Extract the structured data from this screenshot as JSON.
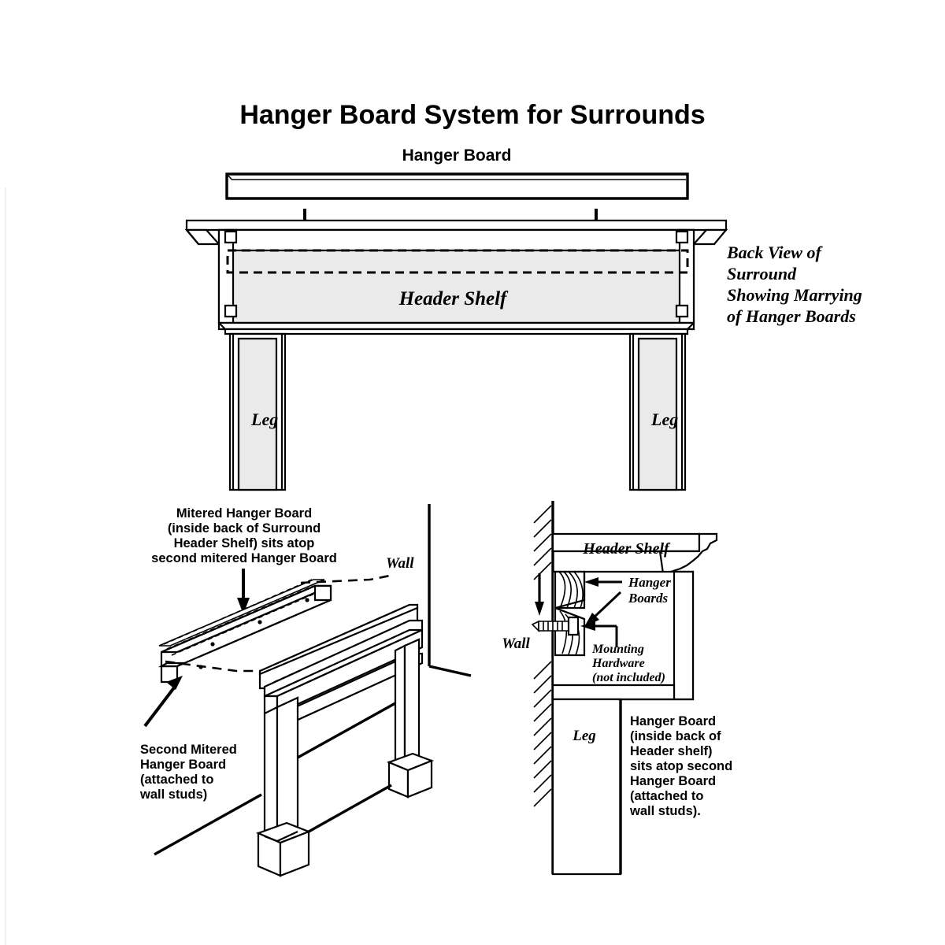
{
  "document": {
    "title": "Hanger Board System for Surrounds",
    "type": "assembly-instruction-diagram",
    "colors": {
      "ink": "#000000",
      "panel_fill": "#eaeaea",
      "background": "#ffffff"
    }
  },
  "top_view": {
    "hanger_board_label": "Hanger Board",
    "header_shelf_label": "Header Shelf",
    "leg_label_left": "Leg",
    "leg_label_right": "Leg",
    "caption_lines": [
      "Back View of",
      "Surround",
      "Showing Marrying",
      "of Hanger Boards"
    ],
    "arrow_count": 2
  },
  "iso_view": {
    "caption_lines": [
      "Mitered Hanger Board",
      "(inside back of Surround",
      "Header Shelf) sits atop",
      "second mitered Hanger Board"
    ],
    "wall_label": "Wall",
    "second_board_lines": [
      "Second Mitered",
      "Hanger Board",
      "(attached to",
      "wall studs)"
    ]
  },
  "section_view": {
    "header_shelf_label": "Header Shelf",
    "hanger_boards_label_lines": [
      "Hanger",
      "Boards"
    ],
    "wall_label": "Wall",
    "mounting_hardware_lines": [
      "Mounting",
      "Hardware",
      "(not included)"
    ],
    "leg_label": "Leg",
    "caption_lines": [
      "Hanger Board",
      "(inside back of",
      "Header shelf)",
      "sits atop second",
      "Hanger Board",
      "(attached to",
      "wall studs)."
    ]
  }
}
